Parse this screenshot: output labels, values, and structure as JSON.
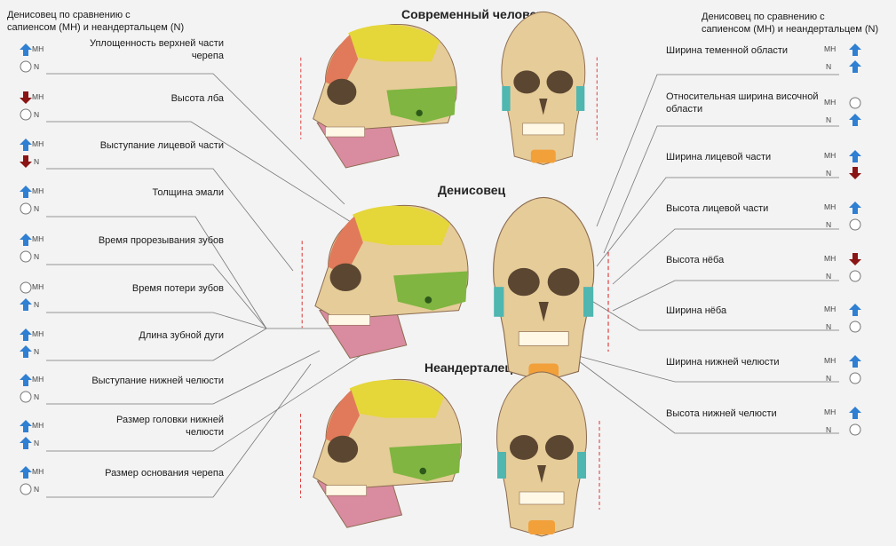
{
  "header_left": {
    "line1": "Денисовец по сравнению с",
    "line2": "сапиенсом (МН) и неандертальцем (N)"
  },
  "header_right": {
    "line1": "Денисовец по сравнению с",
    "line2": "сапиенсом (МН) и неандертальцем (N)"
  },
  "titles": {
    "modern": "Современный человек",
    "denisovan": "Денисовец",
    "neanderthal": "Неандерталец"
  },
  "codes": {
    "mh": "МН",
    "n": "N"
  },
  "colors": {
    "up": "#2f7fd2",
    "down": "#8b1515",
    "parietal": "#e5d63a",
    "frontal": "#e07a5a",
    "occipital": "#7fb540",
    "face": "#e6cc99",
    "mandible": "#d98ba0",
    "chin": "#f2a03a",
    "temporal": "#4fb6b0"
  },
  "left_traits": [
    {
      "label": "Уплощенность верхней части черепа",
      "mh": "up",
      "n": "none"
    },
    {
      "label": "Высота лба",
      "mh": "down",
      "n": "none"
    },
    {
      "label": "Выступание лицевой части",
      "mh": "up",
      "n": "down"
    },
    {
      "label": "Толщина эмали",
      "mh": "up",
      "n": "none"
    },
    {
      "label": "Время прорезывания зубов",
      "mh": "up",
      "n": "none"
    },
    {
      "label": "Время потери зубов",
      "mh": "none",
      "n": "up"
    },
    {
      "label": "Длина зубной дуги",
      "mh": "up",
      "n": "up"
    },
    {
      "label": "Выступание нижней челюсти",
      "mh": "up",
      "n": "none"
    },
    {
      "label": "Размер головки нижней челюсти",
      "mh": "up",
      "n": "up"
    },
    {
      "label": "Размер основания черепа",
      "mh": "up",
      "n": "none"
    }
  ],
  "right_traits": [
    {
      "label": "Ширина теменной области",
      "mh": "up",
      "n": "up"
    },
    {
      "label": "Относительная ширина височной области",
      "mh": "none",
      "n": "up"
    },
    {
      "label": "Ширина лицевой части",
      "mh": "up",
      "n": "down"
    },
    {
      "label": "Высота лицевой части",
      "mh": "up",
      "n": "none"
    },
    {
      "label": "Высота нёба",
      "mh": "down",
      "n": "none"
    },
    {
      "label": "Ширина нёба",
      "mh": "up",
      "n": "none"
    },
    {
      "label": "Ширина нижней челюсти",
      "mh": "up",
      "n": "none"
    },
    {
      "label": "Высота нижней челюсти",
      "mh": "up",
      "n": "none"
    }
  ]
}
